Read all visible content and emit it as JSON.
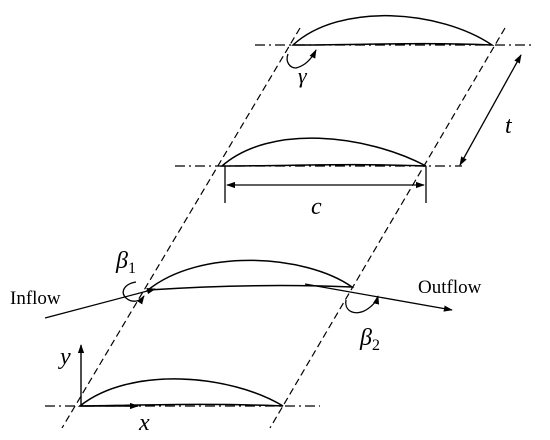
{
  "labels": {
    "gamma": "γ",
    "t": "t",
    "c": "c",
    "beta1_symbol": "β",
    "beta1_sub": "1",
    "beta2_symbol": "β",
    "beta2_sub": "2",
    "inflow": "Inflow",
    "outflow": "Outflow",
    "y_axis": "y",
    "x_axis": "x"
  },
  "colors": {
    "ink": "#000000",
    "background": "#ffffff"
  }
}
